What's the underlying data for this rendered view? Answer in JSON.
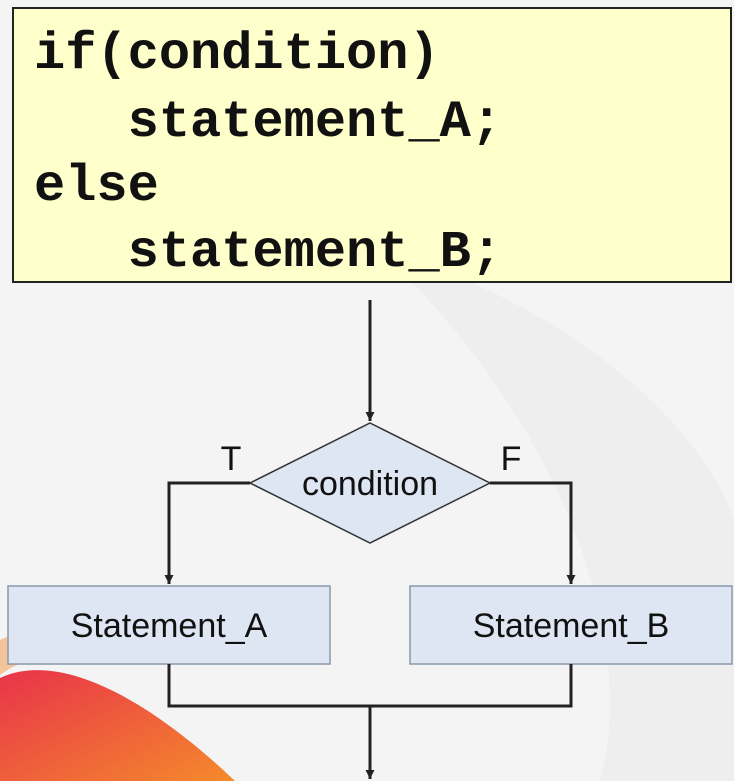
{
  "code": {
    "lines": [
      "if(condition)",
      "   statement_A;",
      "else",
      "   statement_B;"
    ]
  },
  "flowchart": {
    "decision_label": "condition",
    "true_label": "T",
    "false_label": "F",
    "box_a_label": "Statement_A",
    "box_b_label": "Statement_B"
  },
  "colors": {
    "code_background": "#ffffcc",
    "shape_fill": "#dde6f2",
    "line": "#222222",
    "accent_red": "#e8334a",
    "accent_orange": "#f58a2c"
  }
}
